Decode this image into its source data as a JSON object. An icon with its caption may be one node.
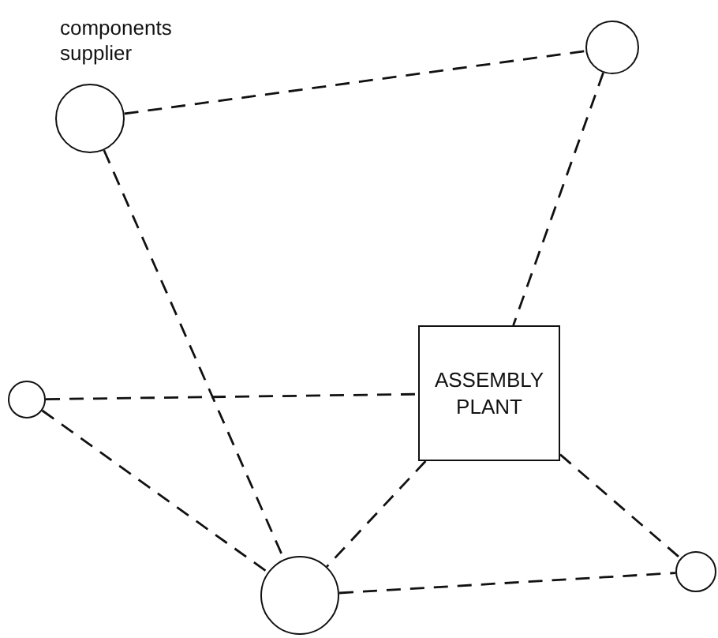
{
  "diagram": {
    "nodes": [
      {
        "text": [],
        "shape": "circle",
        "beside": [
          "components supplier"
        ]
      },
      {
        "text": [],
        "shape": "circle"
      },
      {
        "text": [
          "ASSEMBLY PLANT"
        ]
      },
      {
        "text": [],
        "shape": "circle"
      },
      {
        "text": [],
        "shape": "circle"
      },
      {
        "text": [],
        "shape": "circle"
      }
    ],
    "edges": [
      {
        "from": 0,
        "to": 1,
        "arrow": "none",
        "style": "dashed"
      },
      {
        "from": 1,
        "to": 2,
        "arrow": "none",
        "style": "dashed"
      },
      {
        "from": 0,
        "to": 4,
        "arrow": "none",
        "style": "dashed"
      },
      {
        "from": 3,
        "to": 2,
        "arrow": "none",
        "style": "dashed"
      },
      {
        "from": 3,
        "to": 4,
        "arrow": "none",
        "style": "dashed"
      },
      {
        "from": 2,
        "to": 4,
        "arrow": "none",
        "style": "dashed"
      },
      {
        "from": 2,
        "to": 5,
        "arrow": "none",
        "style": "dashed"
      },
      {
        "from": 4,
        "to": 5,
        "arrow": "none",
        "style": "dashed"
      }
    ]
  }
}
